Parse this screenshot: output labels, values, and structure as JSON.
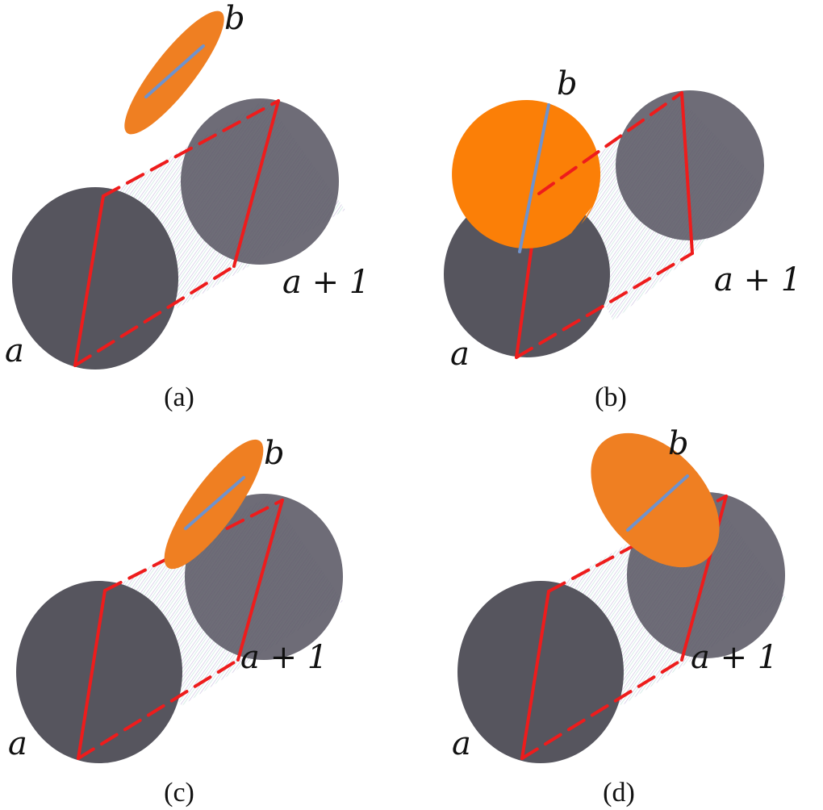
{
  "figure": {
    "colors": {
      "disk": "#56555e",
      "disk_far": "#5a5864",
      "segment_ab": "#ee1c1c",
      "obstacle": "#ef7f22",
      "obstacle_b": "#fb7f07",
      "cross_line": "#6f92cc",
      "mesh_a": "#9a84c4",
      "mesh_b": "#7fc2b4"
    },
    "panels": [
      {
        "id": "a",
        "caption": "(a)",
        "label_start": "a",
        "label_end": "a + 1",
        "label_obstacle": "b"
      },
      {
        "id": "b",
        "caption": "(b)",
        "label_start": "a",
        "label_end": "a + 1",
        "label_obstacle": "b"
      },
      {
        "id": "c",
        "caption": "(c)",
        "label_start": "a",
        "label_end": "a + 1",
        "label_obstacle": "b"
      },
      {
        "id": "d",
        "caption": "(d)",
        "label_start": "a",
        "label_end": "a + 1",
        "label_obstacle": "b"
      }
    ]
  }
}
